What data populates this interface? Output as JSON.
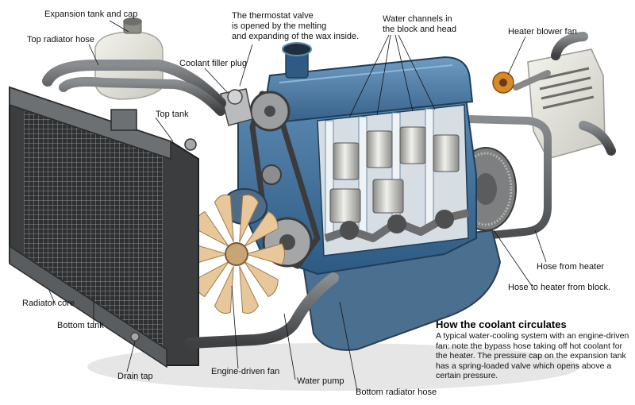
{
  "labels": {
    "expansion_tank": "Expansion tank and cap",
    "top_radiator_hose": "Top radiator hose",
    "coolant_filler_plug": "Coolant filler plug",
    "thermostat": "The thermostat valve\nis opened by the melting\nand expanding of the wax inside.",
    "water_channels": "Water channels in\nthe block and head",
    "heater_blower_fan": "Heater blower fan",
    "top_tank": "Top tank",
    "hose_from_heater": "Hose from heater",
    "hose_to_heater": "Hose to heater from block.",
    "radiator_core": "Radiator core",
    "bottom_tank": "Bottom tank",
    "drain_tap": "Drain tap",
    "engine_driven_fan": "Engine-driven fan",
    "water_pump": "Water pump",
    "bottom_radiator_hose": "Bottom radiator hose"
  },
  "caption": {
    "title": "How the coolant circulates",
    "body": "A typical water-cooling system with an engine-driven fan: note the bypass hose taking off hot coolant for the heater. The pressure cap on the expansion tank has a spring-loaded valve which opens above a certain pressure."
  },
  "colors": {
    "engine_blue": "#3f6f98",
    "radiator_dark": "#3a3c3e",
    "hose_gray": "#55585b",
    "fan_cream": "#e8c89a"
  }
}
